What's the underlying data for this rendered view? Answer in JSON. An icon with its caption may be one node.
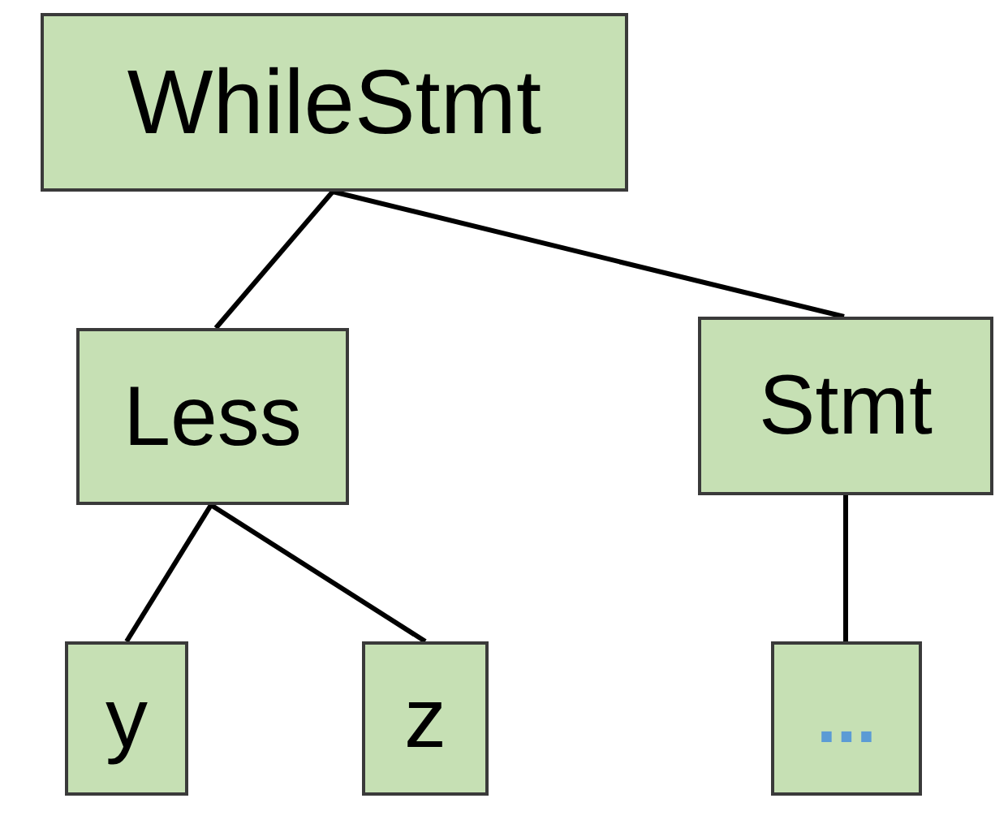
{
  "diagram": {
    "nodes": [
      {
        "text": [
          "WhileStmt"
        ]
      },
      {
        "text": [
          "Less"
        ]
      },
      {
        "text": [
          "Stmt"
        ]
      },
      {
        "text": [
          "y"
        ]
      },
      {
        "text": [
          "z"
        ]
      },
      {
        "text": [
          "..."
        ]
      }
    ],
    "edges": [
      {
        "from": 0,
        "to": 1,
        "arrow": "none"
      },
      {
        "from": 0,
        "to": 2,
        "arrow": "none"
      },
      {
        "from": 1,
        "to": 3,
        "arrow": "none"
      },
      {
        "from": 1,
        "to": 4,
        "arrow": "none"
      },
      {
        "from": 2,
        "to": 5,
        "arrow": "none"
      }
    ]
  }
}
